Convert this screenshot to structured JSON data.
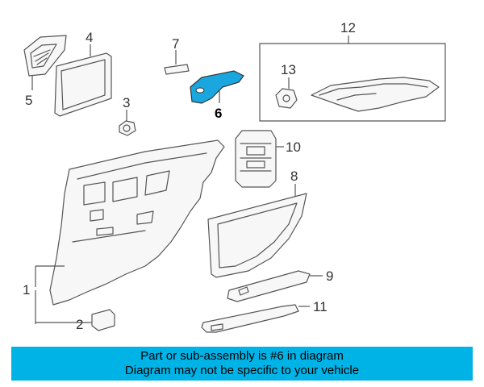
{
  "diagram": {
    "callouts": {
      "c1": "1",
      "c2": "2",
      "c3": "3",
      "c4": "4",
      "c5": "5",
      "c6": "6",
      "c7": "7",
      "c8": "8",
      "c9": "9",
      "c10": "10",
      "c11": "11",
      "c12": "12",
      "c13": "13"
    },
    "highlighted_part": "6",
    "highlight_color": "#1aa7e0"
  },
  "banner": {
    "line1": "Part or sub-assembly is #6 in diagram",
    "line2": "Diagram may not be specific to your vehicle",
    "color": "#00b3e6"
  }
}
